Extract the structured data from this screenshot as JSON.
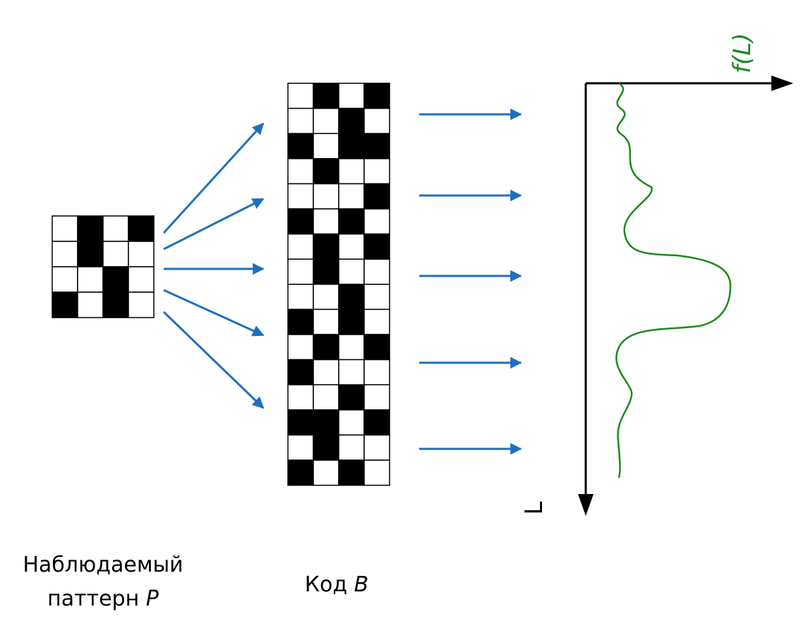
{
  "pattern": {
    "grid": [
      [
        0,
        1,
        0,
        1
      ],
      [
        0,
        1,
        0,
        0
      ],
      [
        0,
        0,
        1,
        0
      ],
      [
        1,
        0,
        1,
        0
      ]
    ],
    "label_line1": "Наблюдаемый",
    "label_line2_prefix": "паттерн ",
    "label_line2_var": "P"
  },
  "code": {
    "grid": [
      [
        0,
        1,
        0,
        1
      ],
      [
        0,
        0,
        1,
        0
      ],
      [
        1,
        0,
        1,
        1
      ],
      [
        0,
        1,
        0,
        0
      ],
      [
        0,
        0,
        0,
        1
      ],
      [
        1,
        0,
        1,
        0
      ],
      [
        0,
        1,
        0,
        1
      ],
      [
        0,
        1,
        0,
        0
      ],
      [
        0,
        0,
        1,
        0
      ],
      [
        1,
        0,
        1,
        0
      ],
      [
        0,
        1,
        0,
        1
      ],
      [
        1,
        0,
        0,
        0
      ],
      [
        0,
        0,
        1,
        0
      ],
      [
        1,
        1,
        0,
        1
      ],
      [
        0,
        1,
        0,
        0
      ],
      [
        1,
        0,
        1,
        0
      ]
    ],
    "label_prefix": "Код ",
    "label_var": "B"
  },
  "plot": {
    "y_label": "f(L)",
    "x_label": "L"
  },
  "colors": {
    "arrow": "#1f6fbf",
    "curve": "#1a8a1a",
    "axis": "#000000",
    "cell_filled": "#000000",
    "cell_empty": "#ffffff"
  }
}
